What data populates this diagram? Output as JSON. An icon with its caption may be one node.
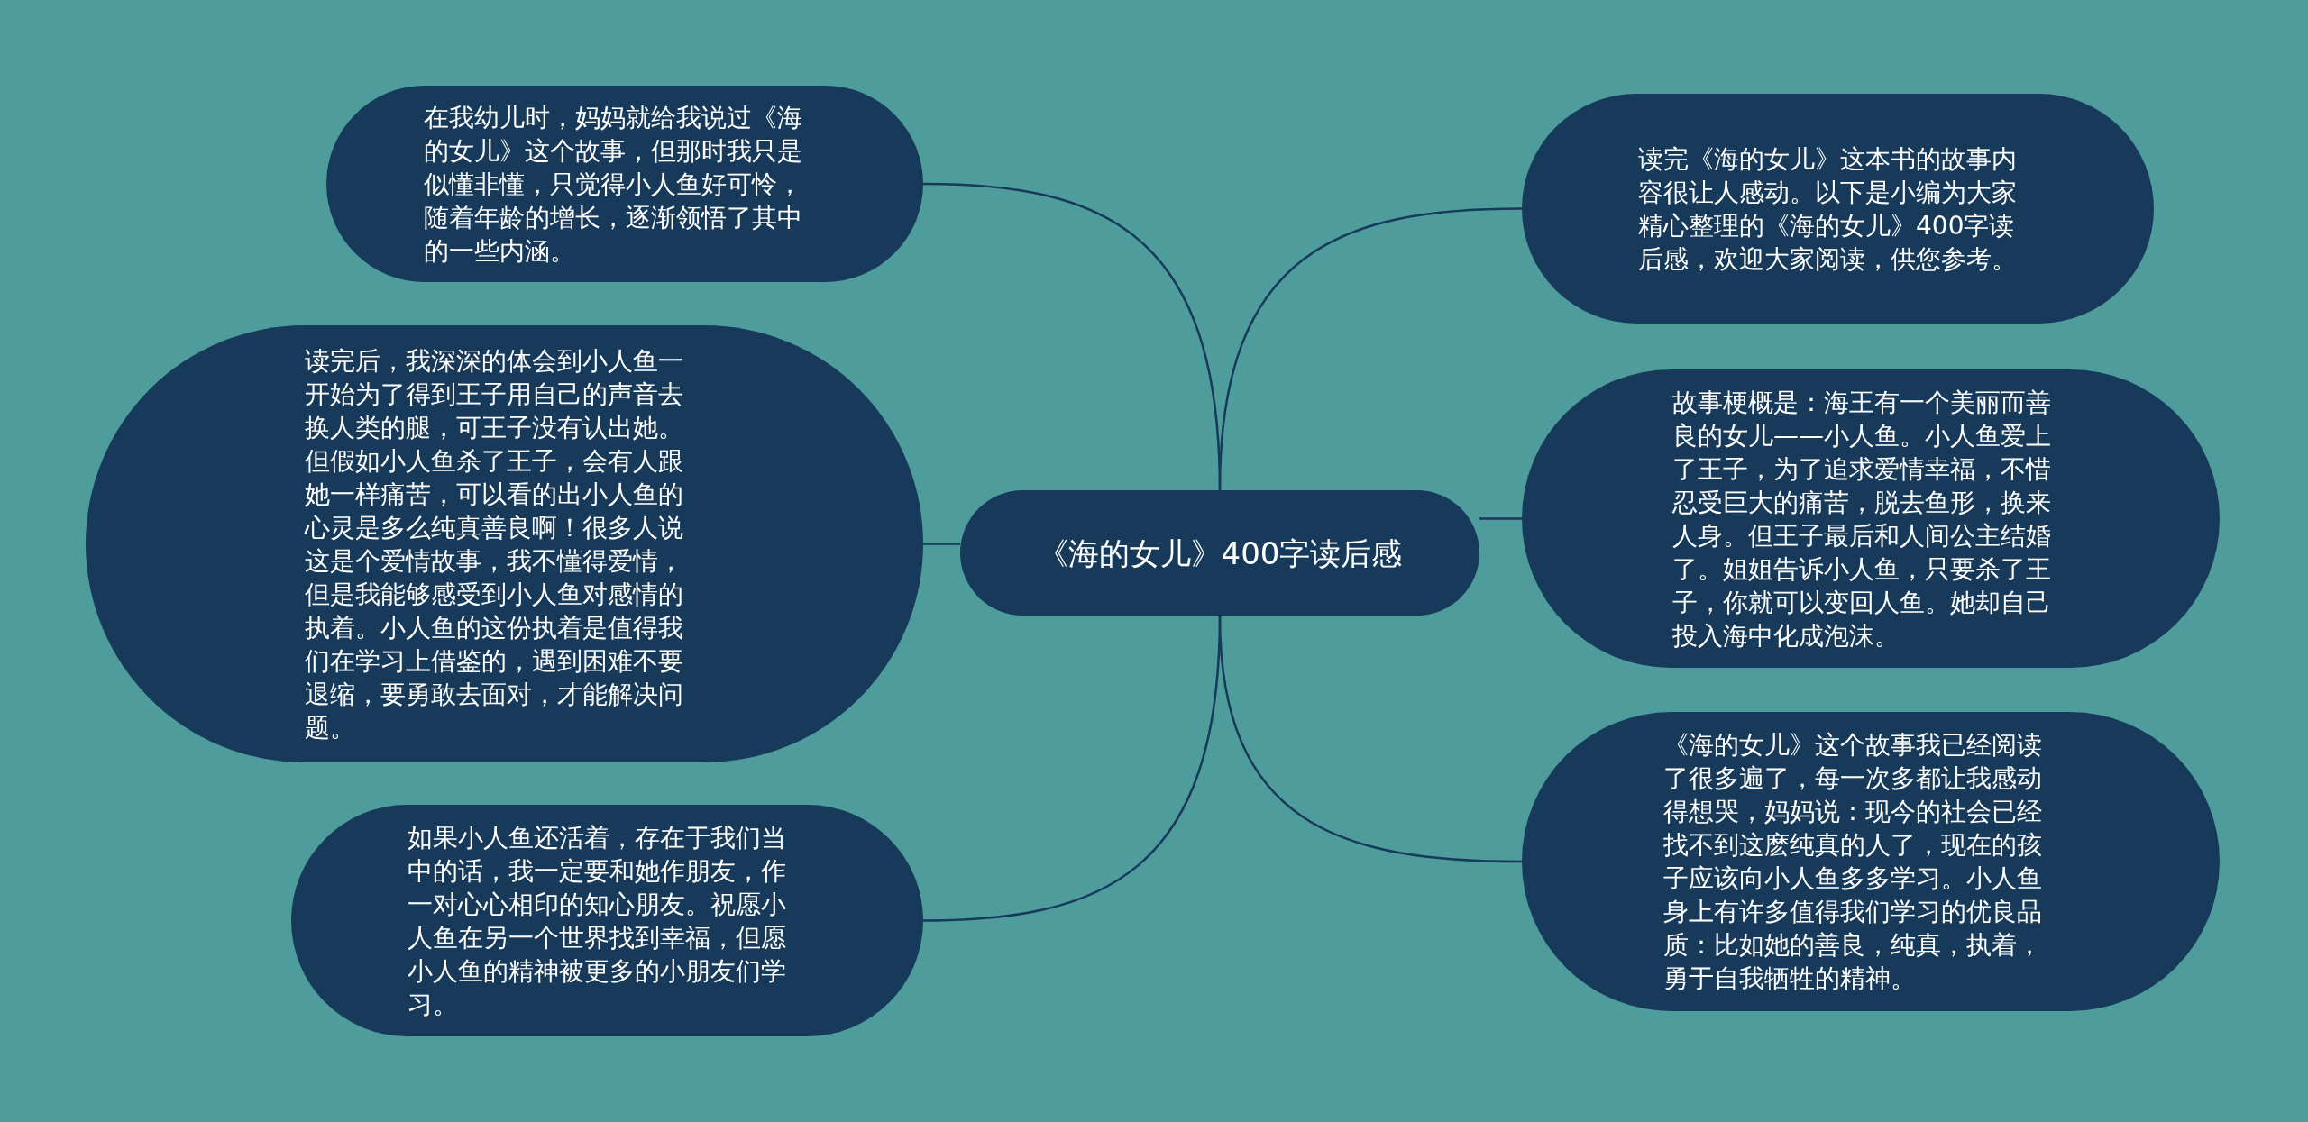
{
  "diagram": {
    "nodes": [
      {
        "text": [
          "《海的女儿》400字读后感"
        ]
      },
      {
        "text": [
          "在我幼儿时，妈妈就给我说过《海的女儿》这个故事，但那时我只是似懂非懂，只觉得小人鱼好可怜，随着年龄的增长，逐渐领悟了其中的一些内涵。"
        ]
      },
      {
        "text": [
          "读完后，我深深的体会到小人鱼一开始为了得到王子用自己的声音去换人类的腿，可王子没有认出她。但假如小人鱼杀了王子，会有人跟她一样痛苦，可以看的出小人鱼的心灵是多么纯真善良啊！很多人说这是个爱情故事，我不懂得爱情，但是我能够感受到小人鱼对感情的执着。小人鱼的这份执着是值得我们在学习上借鉴的，遇到困难不要退缩，要勇敢去面对，才能解决问题。"
        ]
      },
      {
        "text": [
          "如果小人鱼还活着，存在于我们当中的话，我一定要和她作朋友，作一对心心相印的知心朋友。祝愿小人鱼在另一个世界找到幸福，但愿小人鱼的精神被更多的小朋友们学习。"
        ]
      },
      {
        "text": [
          "读完《海的女儿》这本书的故事内容很让人感动。以下是小编为大家精心整理的《海的女儿》400字读后感，欢迎大家阅读，供您参考。"
        ]
      },
      {
        "text": [
          "故事梗概是：海王有一个美丽而善良的女儿——小人鱼。小人鱼爱上了王子，为了追求爱情幸福，不惜忍受巨大的痛苦，脱去鱼形，换来人身。但王子最后和人间公主结婚了。姐姐告诉小人鱼，只要杀了王子，你就可以变回人鱼。她却自己投入海中化成泡沫。"
        ]
      },
      {
        "text": [
          "《海的女儿》这个故事我已经阅读了很多遍了，每一次多都让我感动得想哭，妈妈说：现今的社会已经找不到这麽纯真的人了，现在的孩子应该向小人鱼多多学习。小人鱼身上有许多值得我们学习的优良品质：比如她的善良，纯真，执着，勇于自我牺牲的精神。"
        ]
      }
    ],
    "edges": [
      {
        "from": 0,
        "to": 1,
        "arrow": "none"
      },
      {
        "from": 0,
        "to": 2,
        "arrow": "none"
      },
      {
        "from": 0,
        "to": 3,
        "arrow": "none"
      },
      {
        "from": 0,
        "to": 4,
        "arrow": "none"
      },
      {
        "from": 0,
        "to": 5,
        "arrow": "none"
      },
      {
        "from": 0,
        "to": 6,
        "arrow": "none"
      }
    ]
  }
}
